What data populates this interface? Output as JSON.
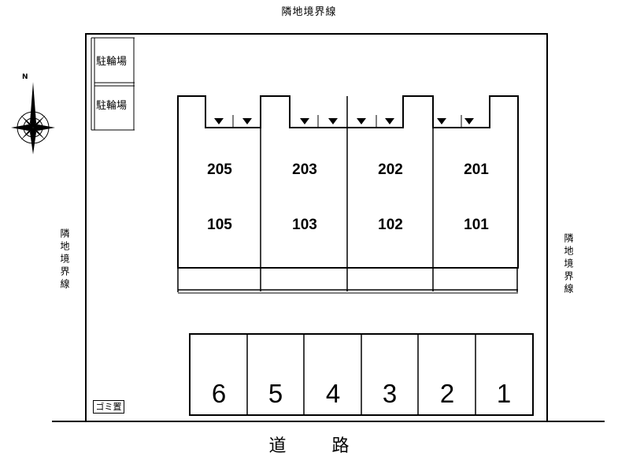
{
  "boundary_label": "隣地境界線",
  "road_label": "道路",
  "compass": {
    "north_label": "N"
  },
  "bicycle_parking": [
    "駐輪場",
    "駐輪場"
  ],
  "garbage_label": "ゴミ置",
  "units": [
    {
      "upper": "205",
      "lower": "105"
    },
    {
      "upper": "203",
      "lower": "103"
    },
    {
      "upper": "202",
      "lower": "102"
    },
    {
      "upper": "201",
      "lower": "101"
    }
  ],
  "parking_spaces": [
    "6",
    "5",
    "4",
    "3",
    "2",
    "1"
  ]
}
